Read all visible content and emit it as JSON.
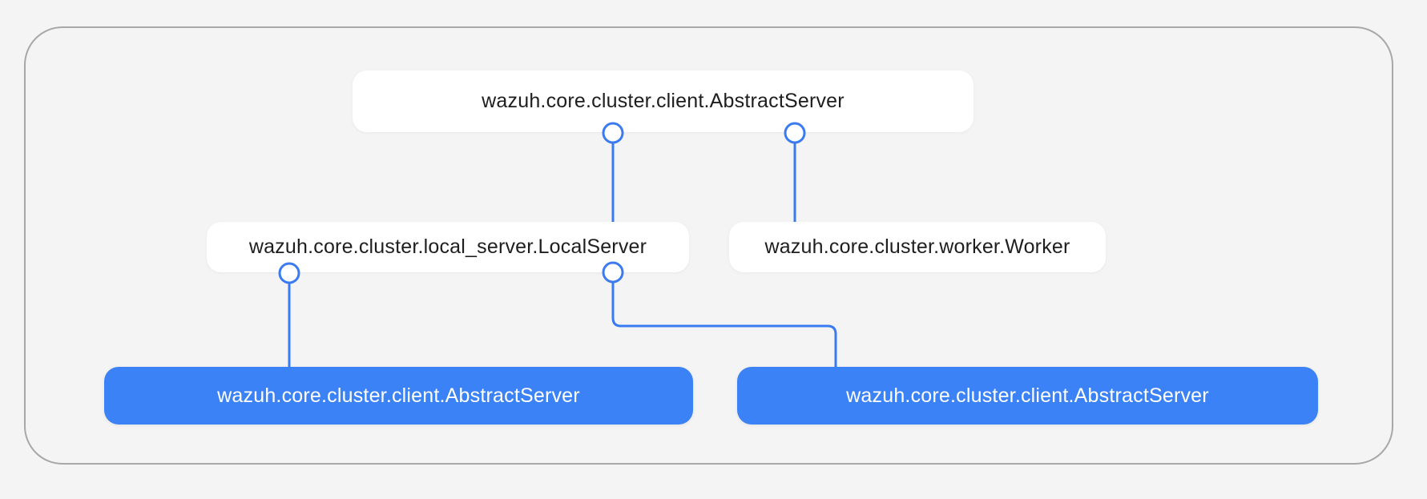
{
  "diagram": {
    "nodes": {
      "abstract_server_top": {
        "label": "wazuh.core.cluster.client.AbstractServer"
      },
      "local_server": {
        "label": "wazuh.core.cluster.local_server.LocalServer"
      },
      "worker": {
        "label": "wazuh.core.cluster.worker.Worker"
      },
      "abstract_server_bottom_left": {
        "label": "wazuh.core.cluster.client.AbstractServer"
      },
      "abstract_server_bottom_right": {
        "label": "wazuh.core.cluster.client.AbstractServer"
      }
    },
    "colors": {
      "background": "#f4f4f4",
      "frame_border": "#a8a8a8",
      "node_white_bg": "#ffffff",
      "node_blue_bg": "#3b82f6",
      "connector": "#3b7bf2",
      "text_dark": "#1e1e1e",
      "text_light": "#ffffff"
    }
  }
}
